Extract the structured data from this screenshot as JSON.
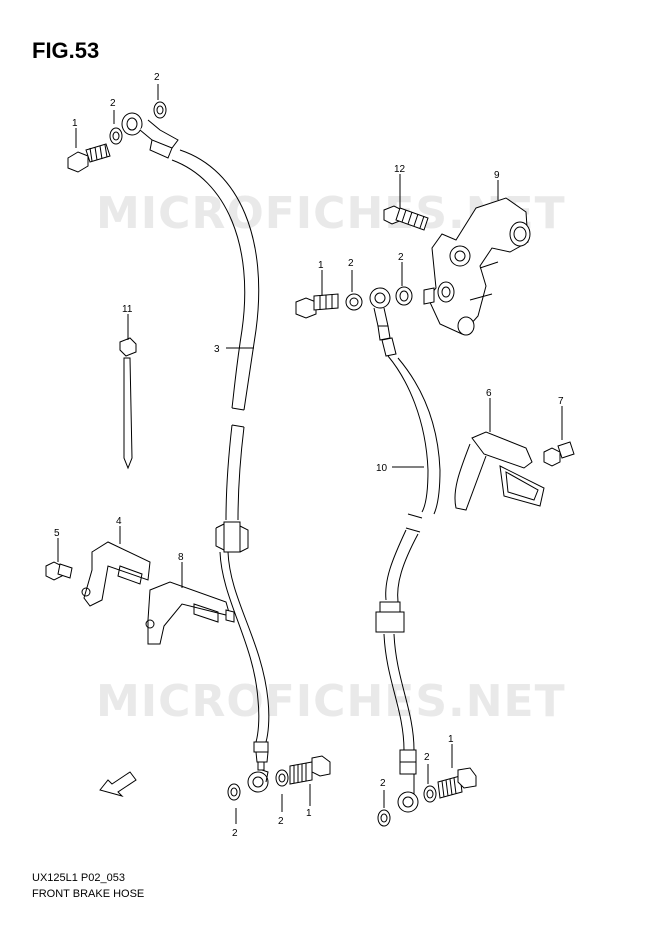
{
  "figure": {
    "title": "FIG.53",
    "code": "UX125L1 P02_053",
    "name": "FRONT BRAKE HOSE",
    "watermark": "MICROFICHES.NET",
    "fwd_mark": "FWD"
  },
  "callouts": {
    "c_1a": "1",
    "c_2a": "2",
    "c_2b": "2",
    "c_12": "12",
    "c_9": "9",
    "c_1b": "1",
    "c_2c": "2",
    "c_2d": "2",
    "c_11": "11",
    "c_3": "3",
    "c_6": "6",
    "c_7": "7",
    "c_10": "10",
    "c_5": "5",
    "c_4": "4",
    "c_8": "8",
    "c_2e": "2",
    "c_2f": "2",
    "c_1c": "1",
    "c_2g": "2",
    "c_2h": "2",
    "c_1d": "1"
  }
}
